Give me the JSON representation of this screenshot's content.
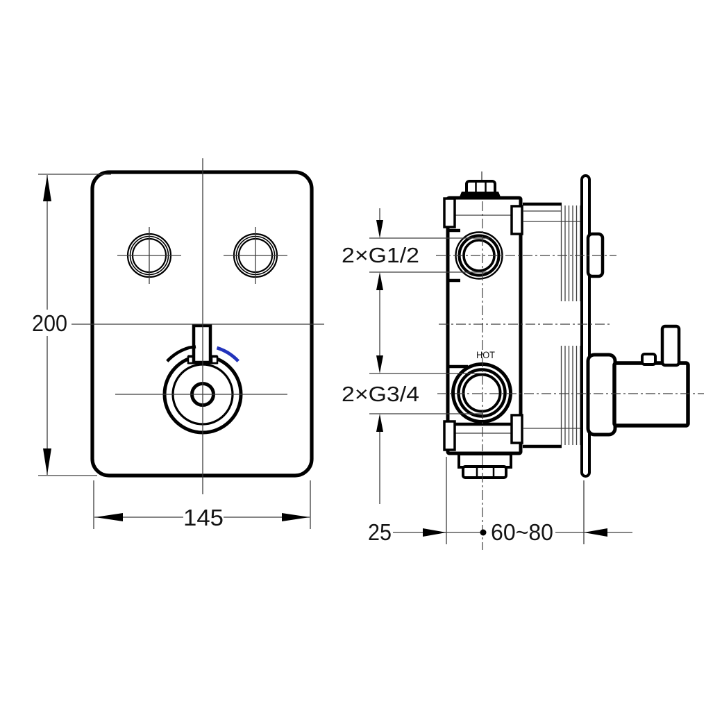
{
  "drawing": {
    "description": "Installation dimension drawing of a concealed thermostatic shower mixer valve, front view and side section view",
    "front_view": {
      "height_label": "200",
      "width_label": "145"
    },
    "side_view": {
      "upper_ports_label": "2×G1/2",
      "lower_ports_label": "2×G3/4",
      "hot_port_label": "HOT",
      "body_depth_label": "25",
      "wall_depth_label": "60~80"
    },
    "colors": {
      "line": "#000000",
      "thin_line": "#3c3c3c",
      "accent_blue": "#2233bb",
      "background": "#ffffff"
    }
  }
}
